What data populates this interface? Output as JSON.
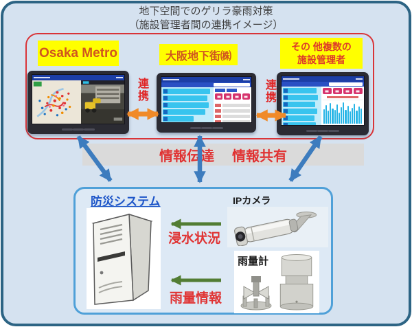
{
  "header": {
    "title_line1": "地下空間でのゲリラ豪雨対策",
    "title_line2": "（施設管理者間の連携イメージ）"
  },
  "organizations": {
    "osaka_metro": {
      "label": "Osaka Metro"
    },
    "chikagai": {
      "label": "大阪地下街㈱"
    },
    "others": {
      "label_line1": "その 他複数の",
      "label_line2": "施設管理者"
    }
  },
  "link_label": "連携",
  "info_bar": {
    "left": "情報伝達",
    "right": "情報共有"
  },
  "bousai_box": {
    "title": "防災システム"
  },
  "flows": {
    "flood": "浸水状況",
    "rain": "雨量情報"
  },
  "devices": {
    "ip_camera": "IPカメラ",
    "rain_gauge": "雨量計"
  },
  "tablet_screens": {
    "middle_list_row_widths": [
      0.96,
      0.9,
      0.93,
      0.86,
      0.62
    ],
    "right_list_row_widths": [
      0.92,
      0.96,
      0.88,
      0.94,
      0.85,
      0.9,
      0.6
    ],
    "right_chart_bar_heights": [
      62,
      80,
      55,
      88,
      66,
      58,
      82,
      48,
      70,
      90,
      60,
      76,
      52,
      68,
      84,
      57,
      73,
      64
    ],
    "middle_buttons_count": 4,
    "right_buttons_count": 4
  },
  "colors": {
    "outer_border": "#2d6484",
    "page_bg": "#d5e2f0",
    "accent_red": "#d93438",
    "label_yellow": "#ffff00",
    "label_text": "#d0551f",
    "label_text2": "#dd3a2a",
    "link_text": "#e02525",
    "info_text": "#e03333",
    "arrow_blue": "#3d7cbe",
    "arrow_orange": "#f08a28",
    "arrow_green": "#527d33",
    "box_border": "#4fa0d8",
    "box_bg": "#dde9f5",
    "bousai_title": "#1d55c8"
  }
}
